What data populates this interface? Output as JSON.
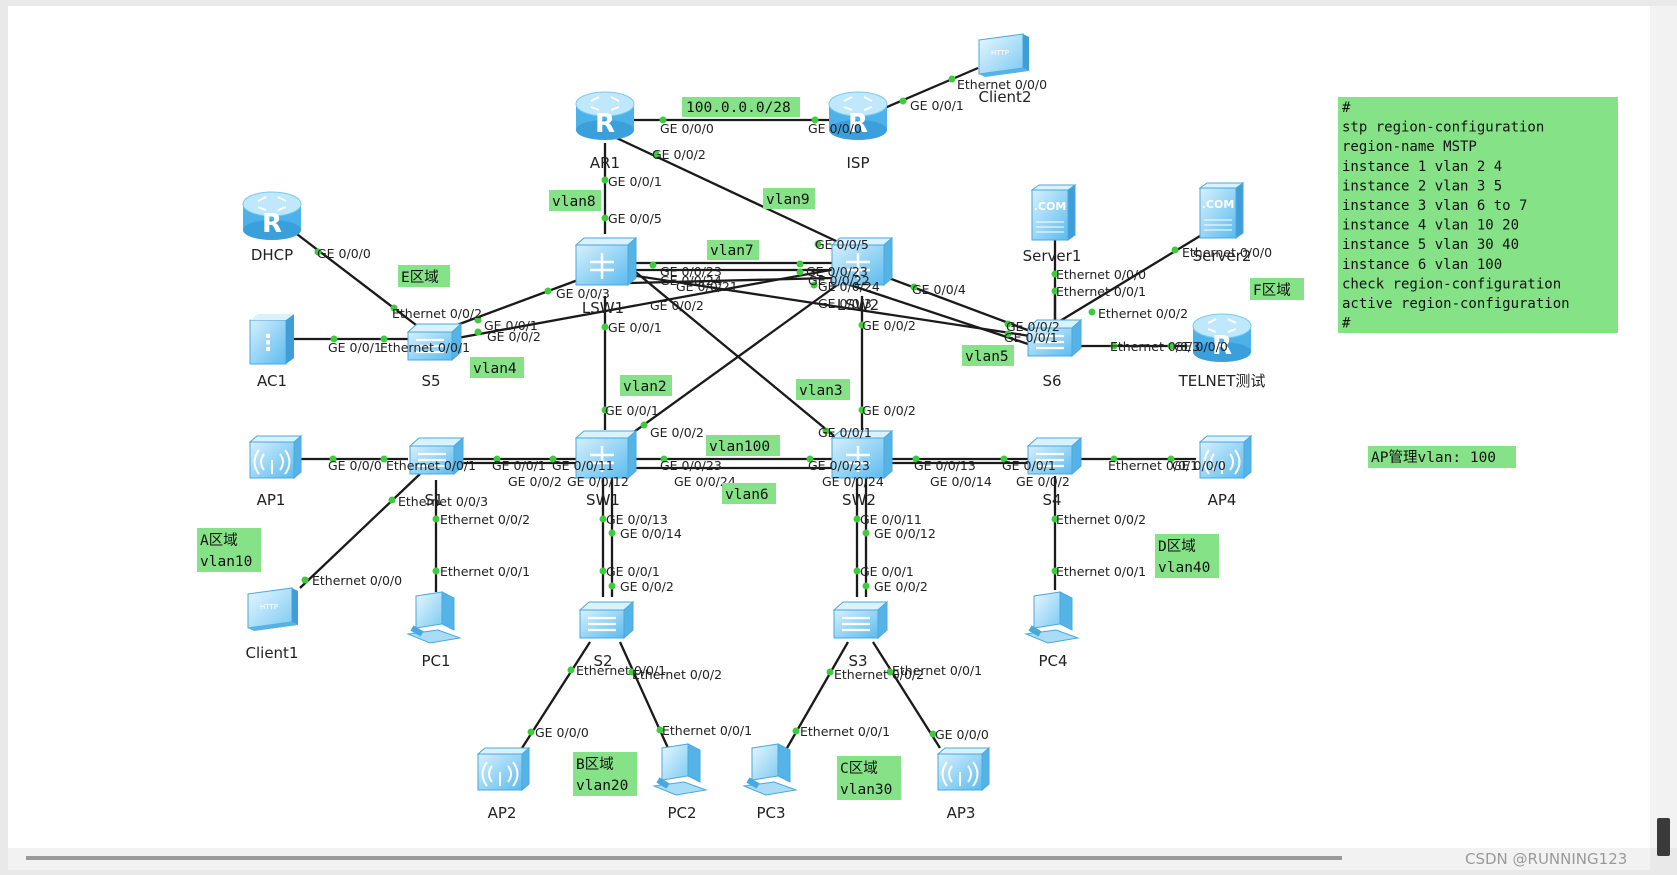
{
  "devices": {
    "AR1": "AR1",
    "ISP": "ISP",
    "Client2": "Client2",
    "DHCP": "DHCP",
    "LSW1": "LSW1",
    "LSW2": "LSW2",
    "Server1": "Server1",
    "Server2": "Server2",
    "AC1": "AC1",
    "S5": "S5",
    "S6": "S6",
    "TELNET": "TELNET测试",
    "AP1": "AP1",
    "S1": "S1",
    "SW1": "SW1",
    "SW2": "SW2",
    "S4": "S4",
    "AP4": "AP4",
    "Client1": "Client1",
    "PC1": "PC1",
    "S2": "S2",
    "S3": "S3",
    "PC4": "PC4",
    "AP2": "AP2",
    "PC2": "PC2",
    "PC3": "PC3",
    "AP3": "AP3"
  },
  "notes": {
    "net": "100.0.0.0/28",
    "vlan8": "vlan8",
    "vlan9": "vlan9",
    "vlan7": "vlan7",
    "vlan4": "vlan4",
    "vlan5": "vlan5",
    "vlan2": "vlan2",
    "vlan3": "vlan3",
    "vlan100": "vlan100",
    "vlan6": "vlan6",
    "E": "E区域",
    "F": "F区域",
    "A1": "A区域",
    "A2": "vlan10",
    "B1": "B区域",
    "B2": "vlan20",
    "C1": "C区域",
    "C2": "vlan30",
    "D1": "D区域",
    "D2": "vlan40",
    "apmgmt": "AP管理vlan: 100"
  },
  "config": [
    "#",
    "stp region-configuration",
    " region-name MSTP",
    " instance 1 vlan 2 4",
    " instance 2 vlan 3 5",
    " instance 3 vlan 6 to 7",
    " instance 4 vlan 10 20",
    " instance 5 vlan 30 40",
    " instance 6 vlan 100",
    " check region-configuration",
    " active region-configuration",
    "#"
  ],
  "ports": {
    "ar1_ge000": "GE 0/0/0",
    "isp_ge000": "GE 0/0/0",
    "isp_ge001": "GE 0/0/1",
    "client2_eth": "Ethernet 0/0/0",
    "ar1_ge002": "GE 0/0/2",
    "ar1_ge001": "GE 0/0/1",
    "lsw1_ge005": "GE 0/0/5",
    "lsw2_ge005": "GE 0/0/5",
    "dhcp_ge000": "GE 0/0/0",
    "s5_eth002": "Ethernet 0/0/2",
    "s5_ge001": "GE 0/0/1",
    "s5_ge002": "GE 0/0/2",
    "ac1_ge001": "GE 0/0/1",
    "s5_eth001": "Ethernet 0/0/1",
    "lsw1_ge003": "GE 0/0/3",
    "lsw1_ge0023": "GE 0/0/23",
    "lsw1_ge0024": "GE 0/0/24",
    "lsw1_ge0021": "GE 0/0/21",
    "lsw2_ge0023": "GE 0/0/23",
    "lsw2_ge0024": "GE 0/0/24",
    "lsw2_ge0022": "GE 0/0/22",
    "lsw2_ge003": "GE 0/0/3",
    "lsw2_ge004": "GE 0/0/4",
    "lsw1_ge002": "GE 0/0/2",
    "lsw1_ge001": "GE 0/0/1",
    "lsw2_ge002": "GE 0/0/2",
    "s6_ge002": "GE 0/0/2",
    "s6_ge001": "GE 0/0/1",
    "server1_eth000": "Ethernet 0/0/0",
    "s6_eth001": "Ethernet 0/0/1",
    "server2_eth000": "Ethernet 0/0/0",
    "s6_eth002": "Ethernet 0/0/2",
    "s6_eth003": "Ethernet 0/0/3",
    "telnet_ge000": "GE 0/0/0",
    "sw1_ge001": "GE 0/0/1",
    "sw1_ge002": "GE 0/0/2",
    "sw2_ge002": "GE 0/0/2",
    "sw2_ge001": "GE 0/0/1",
    "ap1_ge000": "GE 0/0/0",
    "s1_eth001": "Ethernet 0/0/1",
    "s1_ge001": "GE 0/0/1",
    "s1_ge002": "GE 0/0/2",
    "sw1_ge0011": "GE 0/0/11",
    "sw1_ge0012": "GE 0/0/12",
    "sw1_ge0023": "GE 0/0/23",
    "sw1_ge0024": "GE 0/0/24",
    "sw2_ge0023": "GE 0/0/23",
    "sw2_ge0024": "GE 0/0/24",
    "sw2_ge0013": "GE 0/0/13",
    "sw2_ge0014": "GE 0/0/14",
    "s4_ge001": "GE 0/0/1",
    "s4_ge002": "GE 0/0/2",
    "s4_eth001": "Ethernet 0/0/1",
    "ap4_ge000": "GE 0/0/0",
    "s1_eth003": "Ethernet 0/0/3",
    "s1_eth002": "Ethernet 0/0/2",
    "client1_eth": "Ethernet 0/0/0",
    "pc1_eth": "Ethernet 0/0/1",
    "sw1_ge0013": "GE 0/0/13",
    "sw1_ge0014": "GE 0/0/14",
    "sw2_ge0011": "GE 0/0/11",
    "sw2_ge0012": "GE 0/0/12",
    "s4_eth002": "Ethernet 0/0/2",
    "pc4_eth": "Ethernet 0/0/1",
    "s2_ge001": "GE 0/0/1",
    "s2_ge002": "GE 0/0/2",
    "s3_ge001": "GE 0/0/1",
    "s3_ge002": "GE 0/0/2",
    "s2_eth001": "Ethernet 0/0/1",
    "s2_eth002": "Ethernet 0/0/2",
    "s3_eth002": "Ethernet 0/0/2",
    "s3_eth001": "Ethernet 0/0/1",
    "ap2_ge000": "GE 0/0/0",
    "pc2_eth": "Ethernet 0/0/1",
    "pc3_eth": "Ethernet 0/0/1",
    "ap3_ge000": "GE 0/0/0"
  },
  "watermark": "CSDN @RUNNING123",
  "colors": {
    "note_bg": "#86e286",
    "canvas_bg": "#ffffff",
    "link": "#1a1a1a",
    "port_dot": "#3ecb3e"
  }
}
